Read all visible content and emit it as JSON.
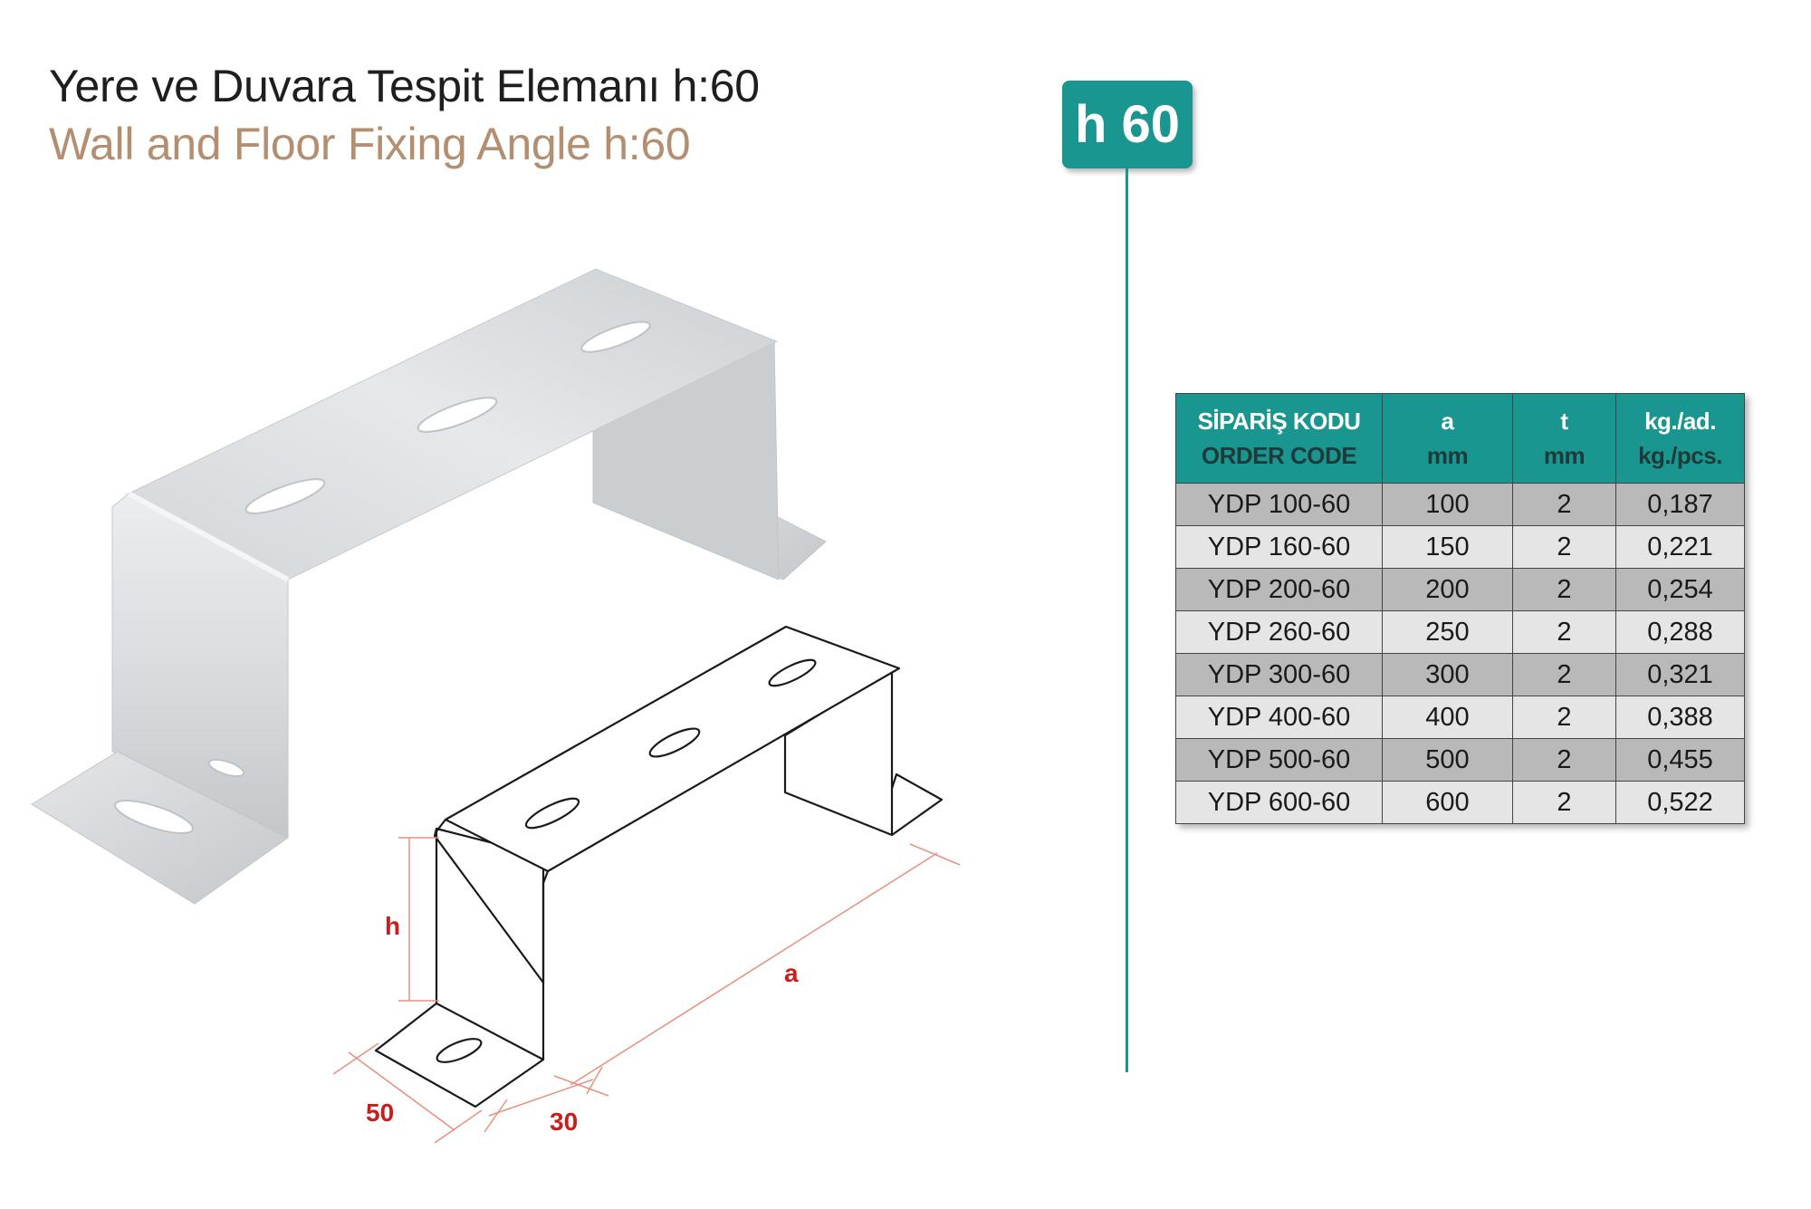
{
  "title_tr": "Yere ve Duvara Tespit Elemanı h:60",
  "title_en": "Wall and Floor Fixing Angle h:60",
  "badge": "h 60",
  "drawing_labels": {
    "h": "h",
    "a": "a",
    "flange": "50",
    "width": "30"
  },
  "colors": {
    "accent": "#18968f",
    "title_en": "#b48e70",
    "dimension": "#c81e1e"
  },
  "table": {
    "columns": [
      {
        "line1": "SİPARİŞ KODU",
        "line2": "ORDER CODE"
      },
      {
        "line1": "a",
        "line2": "mm"
      },
      {
        "line1": "t",
        "line2": "mm"
      },
      {
        "line1": "kg./ad.",
        "line2": "kg./pcs."
      }
    ],
    "rows": [
      [
        "YDP 100-60",
        "100",
        "2",
        "0,187"
      ],
      [
        "YDP 160-60",
        "150",
        "2",
        "0,221"
      ],
      [
        "YDP 200-60",
        "200",
        "2",
        "0,254"
      ],
      [
        "YDP 260-60",
        "250",
        "2",
        "0,288"
      ],
      [
        "YDP 300-60",
        "300",
        "2",
        "0,321"
      ],
      [
        "YDP 400-60",
        "400",
        "2",
        "0,388"
      ],
      [
        "YDP 500-60",
        "500",
        "2",
        "0,455"
      ],
      [
        "YDP 600-60",
        "600",
        "2",
        "0,522"
      ]
    ]
  }
}
